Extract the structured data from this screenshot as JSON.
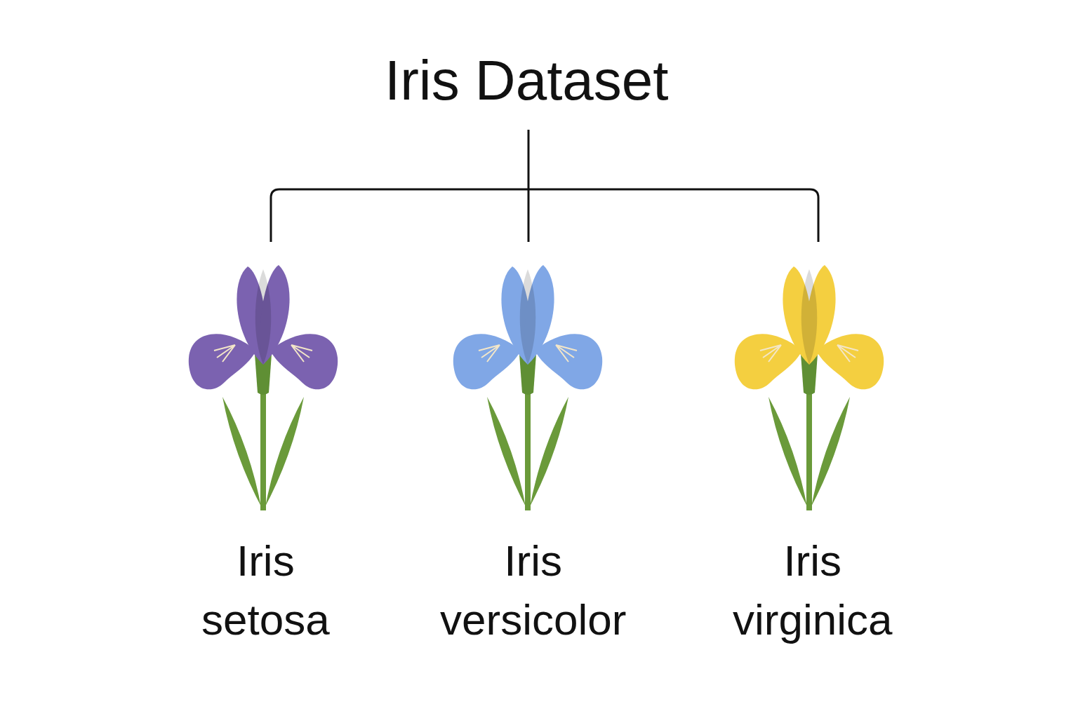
{
  "diagram": {
    "title": "Iris Dataset",
    "labels": [
      "Iris setosa",
      "Iris versicolor",
      "Iris virginica"
    ]
  }
}
